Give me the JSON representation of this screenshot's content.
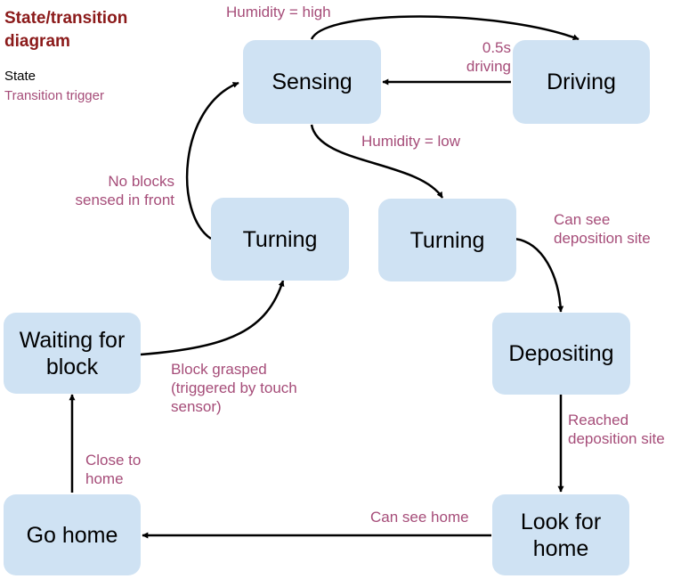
{
  "legend": {
    "title_line1": "State/transition",
    "title_line2": "diagram",
    "state_label": "State",
    "trigger_label": "Transition trigger"
  },
  "states": {
    "sensing": "Sensing",
    "driving": "Driving",
    "turning_left": "Turning",
    "turning_right": "Turning",
    "waiting_line1": "Waiting for",
    "waiting_line2": "block",
    "depositing": "Depositing",
    "go_home": "Go home",
    "look_line1": "Look for",
    "look_line2": "home"
  },
  "triggers": {
    "humidity_high": "Humidity = high",
    "driving_line1": "0.5s",
    "driving_line2": "driving",
    "humidity_low": "Humidity =  low",
    "no_blocks_line1": "No blocks",
    "no_blocks_line2": "sensed in front",
    "can_see_site_line1": "Can see",
    "can_see_site_line2": "deposition site",
    "block_grasped_line1": "Block grasped",
    "block_grasped_line2": "(triggered by touch",
    "block_grasped_line3": "sensor)",
    "reached_line1": "Reached",
    "reached_line2": "deposition site",
    "close_home_line1": "Close to",
    "close_home_line2": "home",
    "can_see_home": "Can see home"
  },
  "colors": {
    "state_fill": "#cfe2f3",
    "trigger_text": "#a64d79",
    "title_text": "#8b1a1a"
  }
}
